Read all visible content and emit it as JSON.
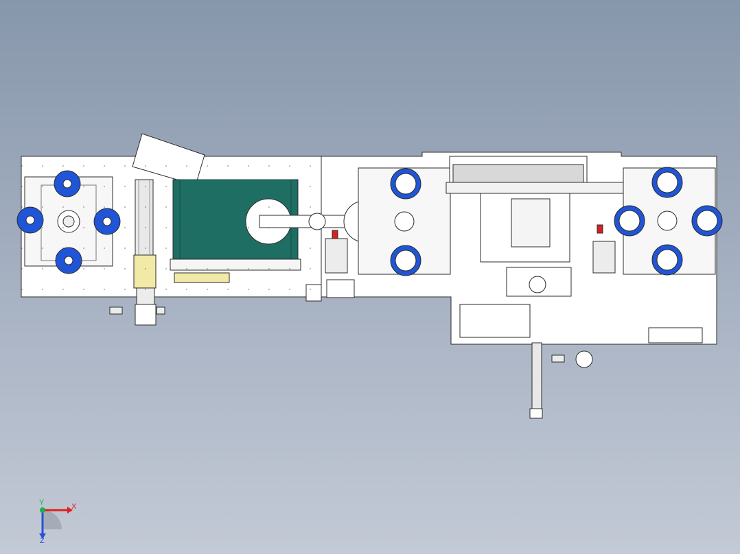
{
  "viewport": {
    "background_top": "#8797ab",
    "background_bottom": "#c3cad6"
  },
  "model": {
    "plate_color": "#ffffff",
    "line_color": "#2b2b2b",
    "roller_color": "#1f55d6",
    "belt_color": "#1f6e63",
    "cylinder_color": "#f1e9a6",
    "accent_red": "#d62020"
  },
  "triad": {
    "x_label": "X",
    "y_label": "Y",
    "z_label": "Z",
    "x_color": "#e0201c",
    "y_color": "#1fb04a",
    "z_color": "#2a4fd6"
  }
}
